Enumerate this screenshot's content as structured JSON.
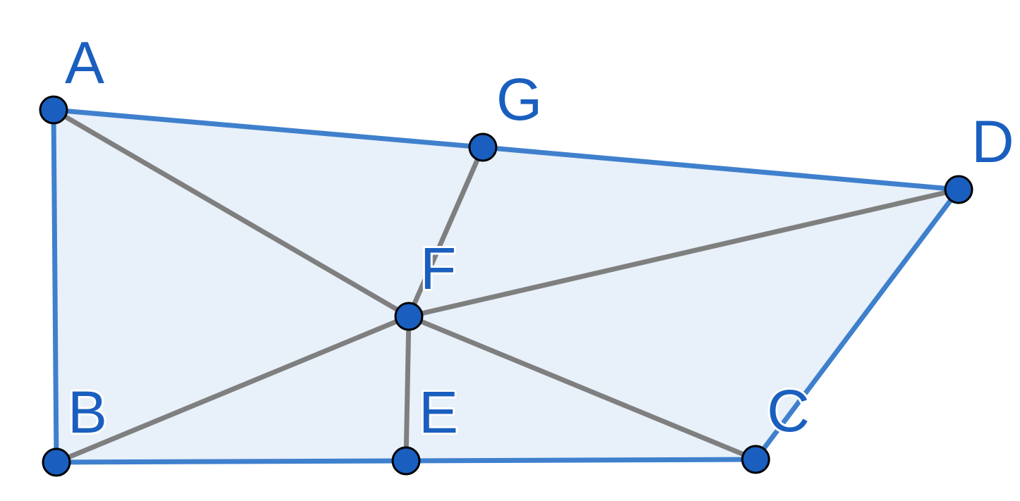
{
  "diagram": {
    "points": {
      "A": "A",
      "B": "B",
      "C": "C",
      "D": "D",
      "E": "E",
      "F": "F",
      "G": "G"
    },
    "colors": {
      "polygon_fill": "#e8f0f9",
      "polygon_stroke": "#3f80cd",
      "segment": "#7f7f7f",
      "point": "#1a5fbf",
      "label": "#1a5fbf"
    }
  }
}
